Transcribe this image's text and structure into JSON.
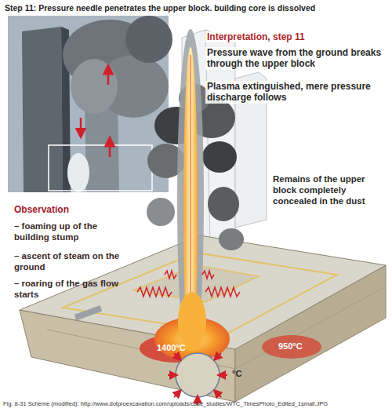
{
  "diagram": {
    "title": "Step 11: Pressure needle penetrates the upper block. building core is dissolved",
    "caption": "Fig. 8-31 Scheme (modified): http://www.dotproexcavation.com/uploads/case_studies/WTC_TimesPhoto_Edited_1small.JPG",
    "labels": [
      "Interpretation, step 11",
      "Pressure wave from the ground breaks through the upper block",
      "Plasma extinguished, mere pressure discharge follows",
      "Remains of the upper block completely concealed in the dust",
      "Observation",
      "– foaming up of the building stump",
      "– ascent of steam on the ground",
      "– roaring of the gas flow starts",
      "1400°C",
      "950°C",
      "°C"
    ]
  }
}
